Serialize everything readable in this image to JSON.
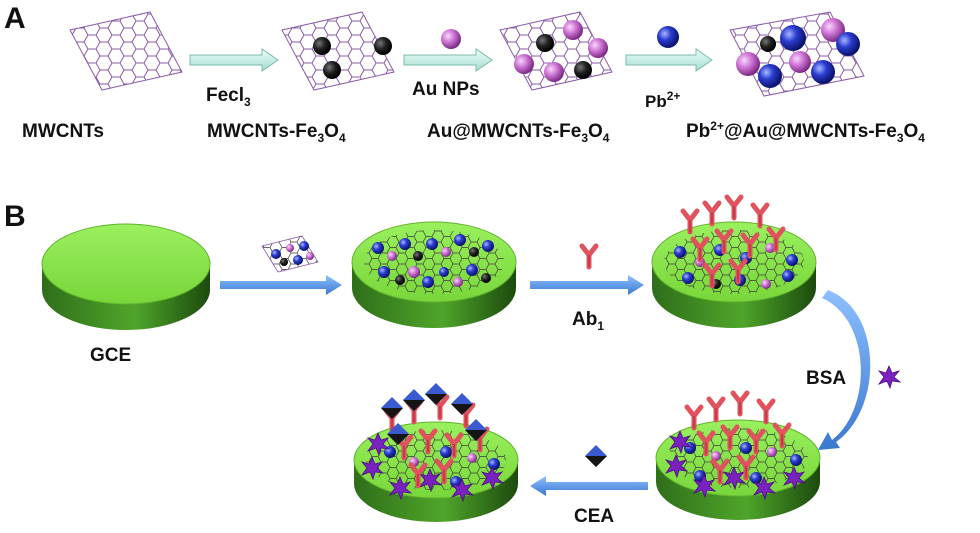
{
  "panels": {
    "a": "A",
    "b": "B"
  },
  "labels": {
    "mwcnts": "MWCNTs",
    "fecl": "Fecl",
    "fecl_sub": "3",
    "au_nps": "Au NPs",
    "pb": "Pb",
    "pb_sup": "2+",
    "mwcnts_fe_a": "MWCNTs-Fe",
    "mwcnts_fe_3": "3",
    "mwcnts_fe_o": "O",
    "mwcnts_fe_4": "4",
    "au_a": "Au@MWCNTs-Fe",
    "au_3": "3",
    "au_o": "O",
    "au_4": "4",
    "pb_full_a": "Pb",
    "pb_full_sup": "2+",
    "pb_full_b": "@Au@MWCNTs-Fe",
    "pb_full_3": "3",
    "pb_full_o": "O",
    "pb_full_4": "4",
    "gce": "GCE",
    "ab": "Ab",
    "ab_sub": "1",
    "bsa": "BSA",
    "cea": "CEA"
  },
  "colors": {
    "tube": "#8a5aa8",
    "fe3o4": "#1a1a1a",
    "au": "#d27ad8",
    "pb": "#2233c0",
    "electrode_top": "#8ce84e",
    "electrode_side": "#2f6e1a",
    "arrow": "#4a8fe0",
    "arrow_panel_a": "#bff0e6",
    "antibody": "#e0525e",
    "bsa": "#7a22c0",
    "cea_top": "#3a5ad0"
  }
}
